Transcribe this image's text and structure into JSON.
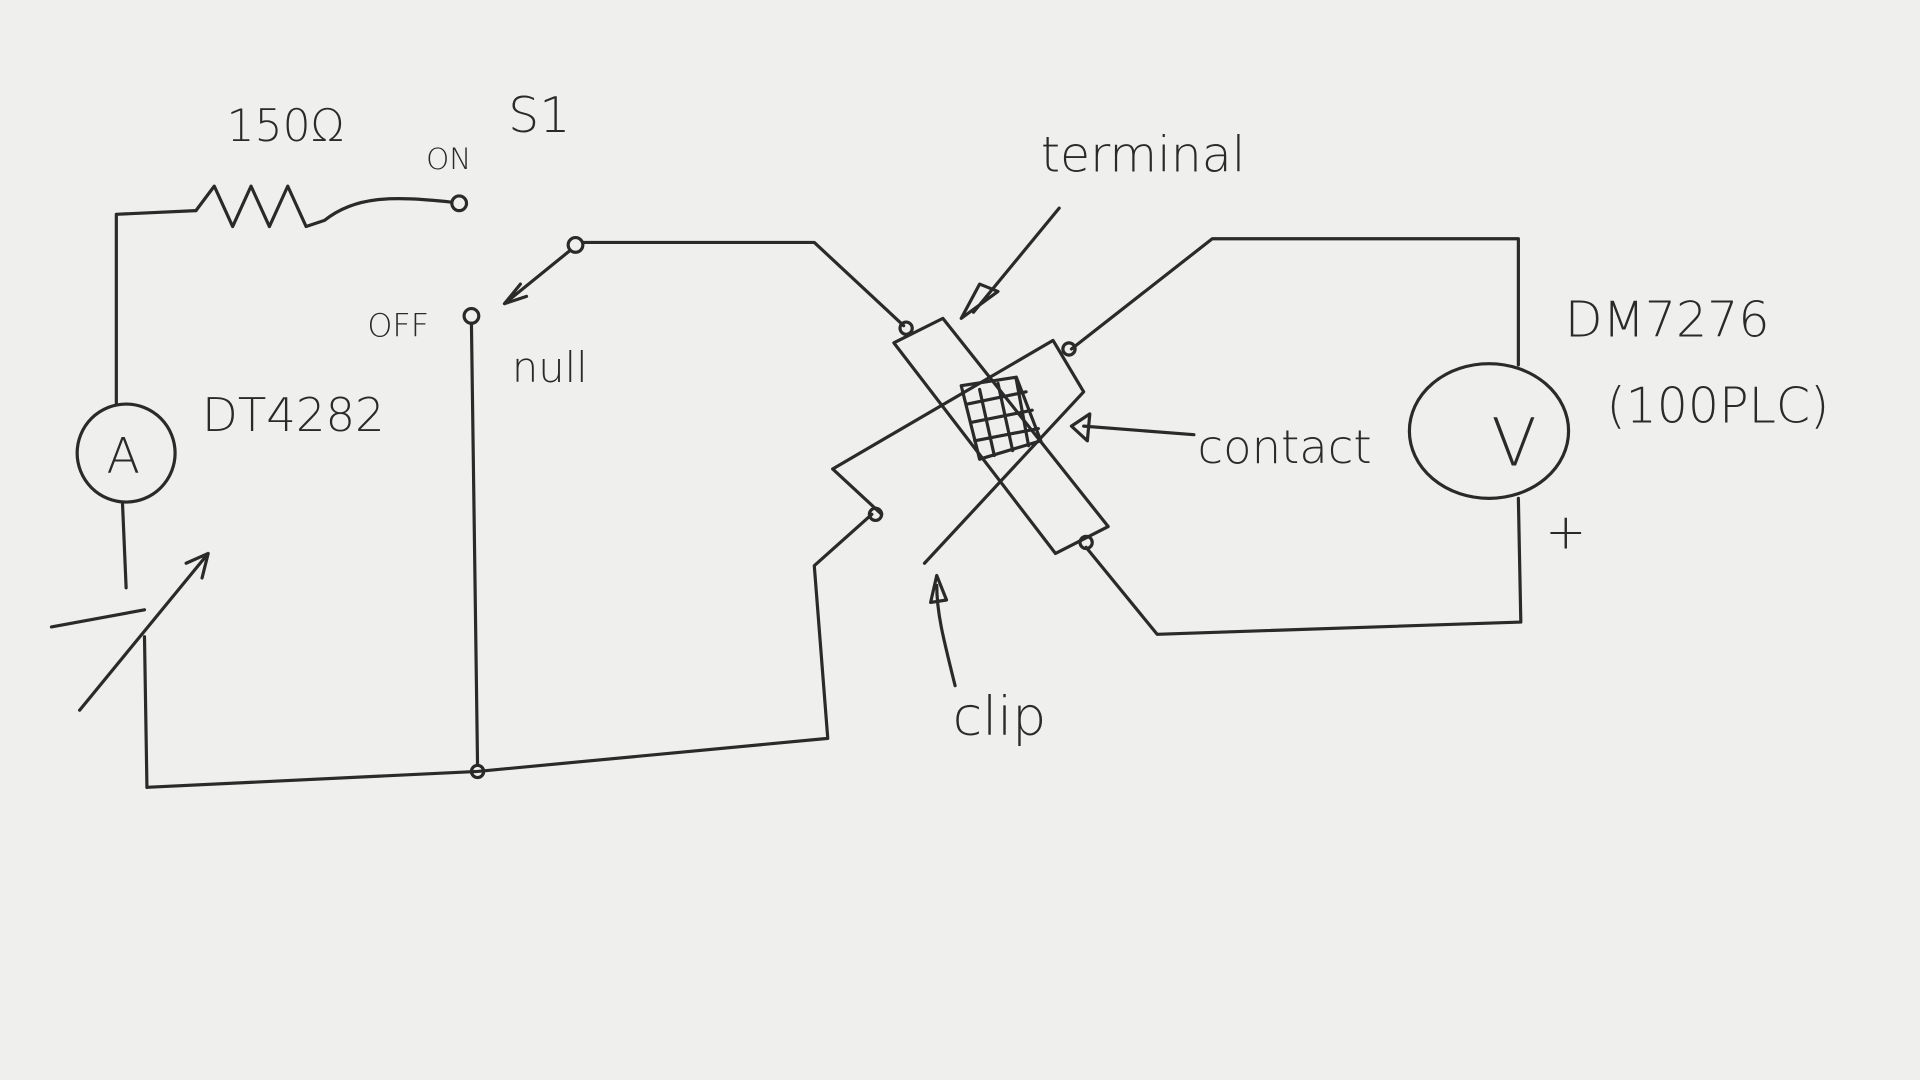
{
  "labels": {
    "resistor": "150Ω",
    "switch": "S1",
    "switch_on": "ON",
    "switch_off": "OFF",
    "null": "null",
    "ammeter_model": "DT4282",
    "ammeter_symbol": "A",
    "terminal": "terminal",
    "contact": "contact",
    "voltmeter_model": "DM7276",
    "voltmeter_setting": "(100PLC)",
    "voltmeter_symbol": "V",
    "plus": "+",
    "clip": "clip"
  },
  "colors": {
    "ink": "#2a2a2a",
    "paper": "#efefed"
  }
}
